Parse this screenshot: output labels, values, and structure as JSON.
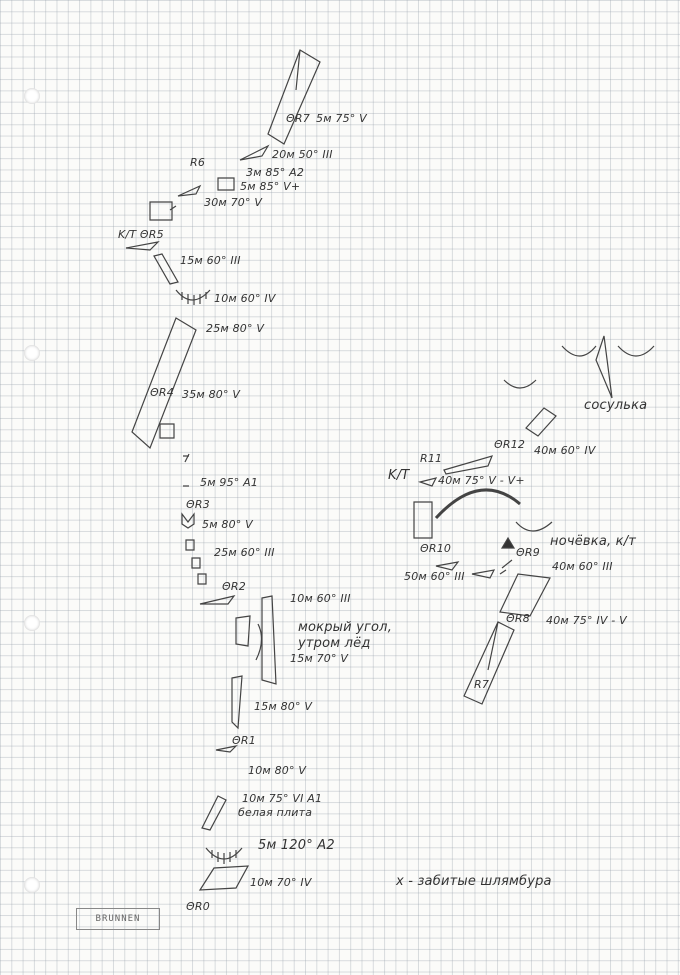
{
  "brand": "BRUNNEN",
  "anchors": [
    {
      "id": "r0",
      "text": "ΘR0"
    },
    {
      "id": "r1",
      "text": "ΘR1"
    },
    {
      "id": "r2",
      "text": "ΘR2"
    },
    {
      "id": "r3",
      "text": "ΘR3"
    },
    {
      "id": "r4",
      "text": "ΘR4"
    },
    {
      "id": "r5",
      "text": "K/T ΘR5"
    },
    {
      "id": "r6",
      "text": "R6"
    },
    {
      "id": "r7",
      "text": "ΘR7"
    },
    {
      "id": "r7b",
      "text": "R7"
    },
    {
      "id": "r8",
      "text": "ΘR8"
    },
    {
      "id": "r9",
      "text": "ΘR9"
    },
    {
      "id": "r10",
      "text": "ΘR10"
    },
    {
      "id": "r11",
      "text": "R11"
    },
    {
      "id": "r12",
      "text": "ΘR12"
    }
  ],
  "pitches": [
    {
      "id": "p1",
      "text": "5м 75° V"
    },
    {
      "id": "p2",
      "text": "20м 50° III"
    },
    {
      "id": "p3",
      "text": "3м 85° A2"
    },
    {
      "id": "p4",
      "text": "5м 85° V+"
    },
    {
      "id": "p5",
      "text": "30м 70° V"
    },
    {
      "id": "p6",
      "text": "15м 60° III"
    },
    {
      "id": "p7",
      "text": "10м 60° IV"
    },
    {
      "id": "p8",
      "text": "25м 80° V"
    },
    {
      "id": "p9",
      "text": "35м 80° V"
    },
    {
      "id": "p10",
      "text": "5м 95° A1"
    },
    {
      "id": "p11",
      "text": "5м 80° V"
    },
    {
      "id": "p12",
      "text": "25м 60° III"
    },
    {
      "id": "p13",
      "text": "10м 60° III"
    },
    {
      "id": "p14",
      "text": "мокрый угол,"
    },
    {
      "id": "p15",
      "text": "утром лёд"
    },
    {
      "id": "p16",
      "text": "15м 70° V"
    },
    {
      "id": "p17",
      "text": "15м 80° V"
    },
    {
      "id": "p18",
      "text": "10м 80° V"
    },
    {
      "id": "p19",
      "text": "10м 75° VI A1"
    },
    {
      "id": "p20",
      "text": "белая плита"
    },
    {
      "id": "p21",
      "text": "5м 120° A2"
    },
    {
      "id": "p22",
      "text": "10м 70° IV"
    },
    {
      "id": "p23",
      "text": "40м 60° IV"
    },
    {
      "id": "p24",
      "text": "K/T"
    },
    {
      "id": "p25",
      "text": "40м 75° V - V+"
    },
    {
      "id": "p26",
      "text": "ночёвка, к/т"
    },
    {
      "id": "p27",
      "text": "40м 60° III"
    },
    {
      "id": "p28",
      "text": "50м 60° III"
    },
    {
      "id": "p29",
      "text": "40м 75° IV - V"
    },
    {
      "id": "p30",
      "text": "сосулька"
    },
    {
      "id": "p31",
      "text": "x - забитые шлямбура"
    }
  ]
}
